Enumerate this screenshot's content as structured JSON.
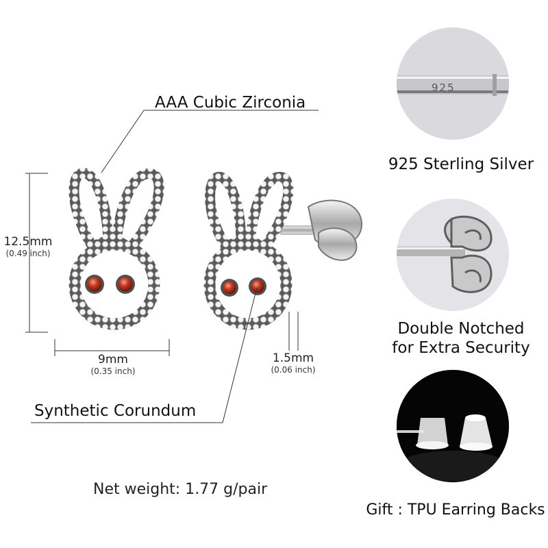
{
  "callouts": {
    "top": "AAA Cubic Zirconia",
    "bottom": "Synthetic Corundum"
  },
  "dimensions": {
    "height": {
      "main": "12.5mm",
      "sub": "(0.49 inch)"
    },
    "width": {
      "main": "9mm",
      "sub": "(0.35 inch)"
    },
    "depth": {
      "main": "1.5mm",
      "sub": "(0.06 inch)"
    }
  },
  "net_weight": "Net weight: 1.77 g/pair",
  "features": [
    {
      "icon": "silver-stamp-icon",
      "label": "925 Sterling Silver",
      "stamp": "925"
    },
    {
      "icon": "butterfly-back-icon",
      "line1": "Double Notched",
      "line2": "for Extra Security"
    },
    {
      "icon": "tpu-backs-icon",
      "label": "Gift : TPU Earring Backs"
    }
  ],
  "colors": {
    "silver": "#8c8c8c",
    "dark_silver": "#3d3d3d",
    "gem_red": "#b0301e",
    "circle_bg": "#e4e4e8"
  }
}
